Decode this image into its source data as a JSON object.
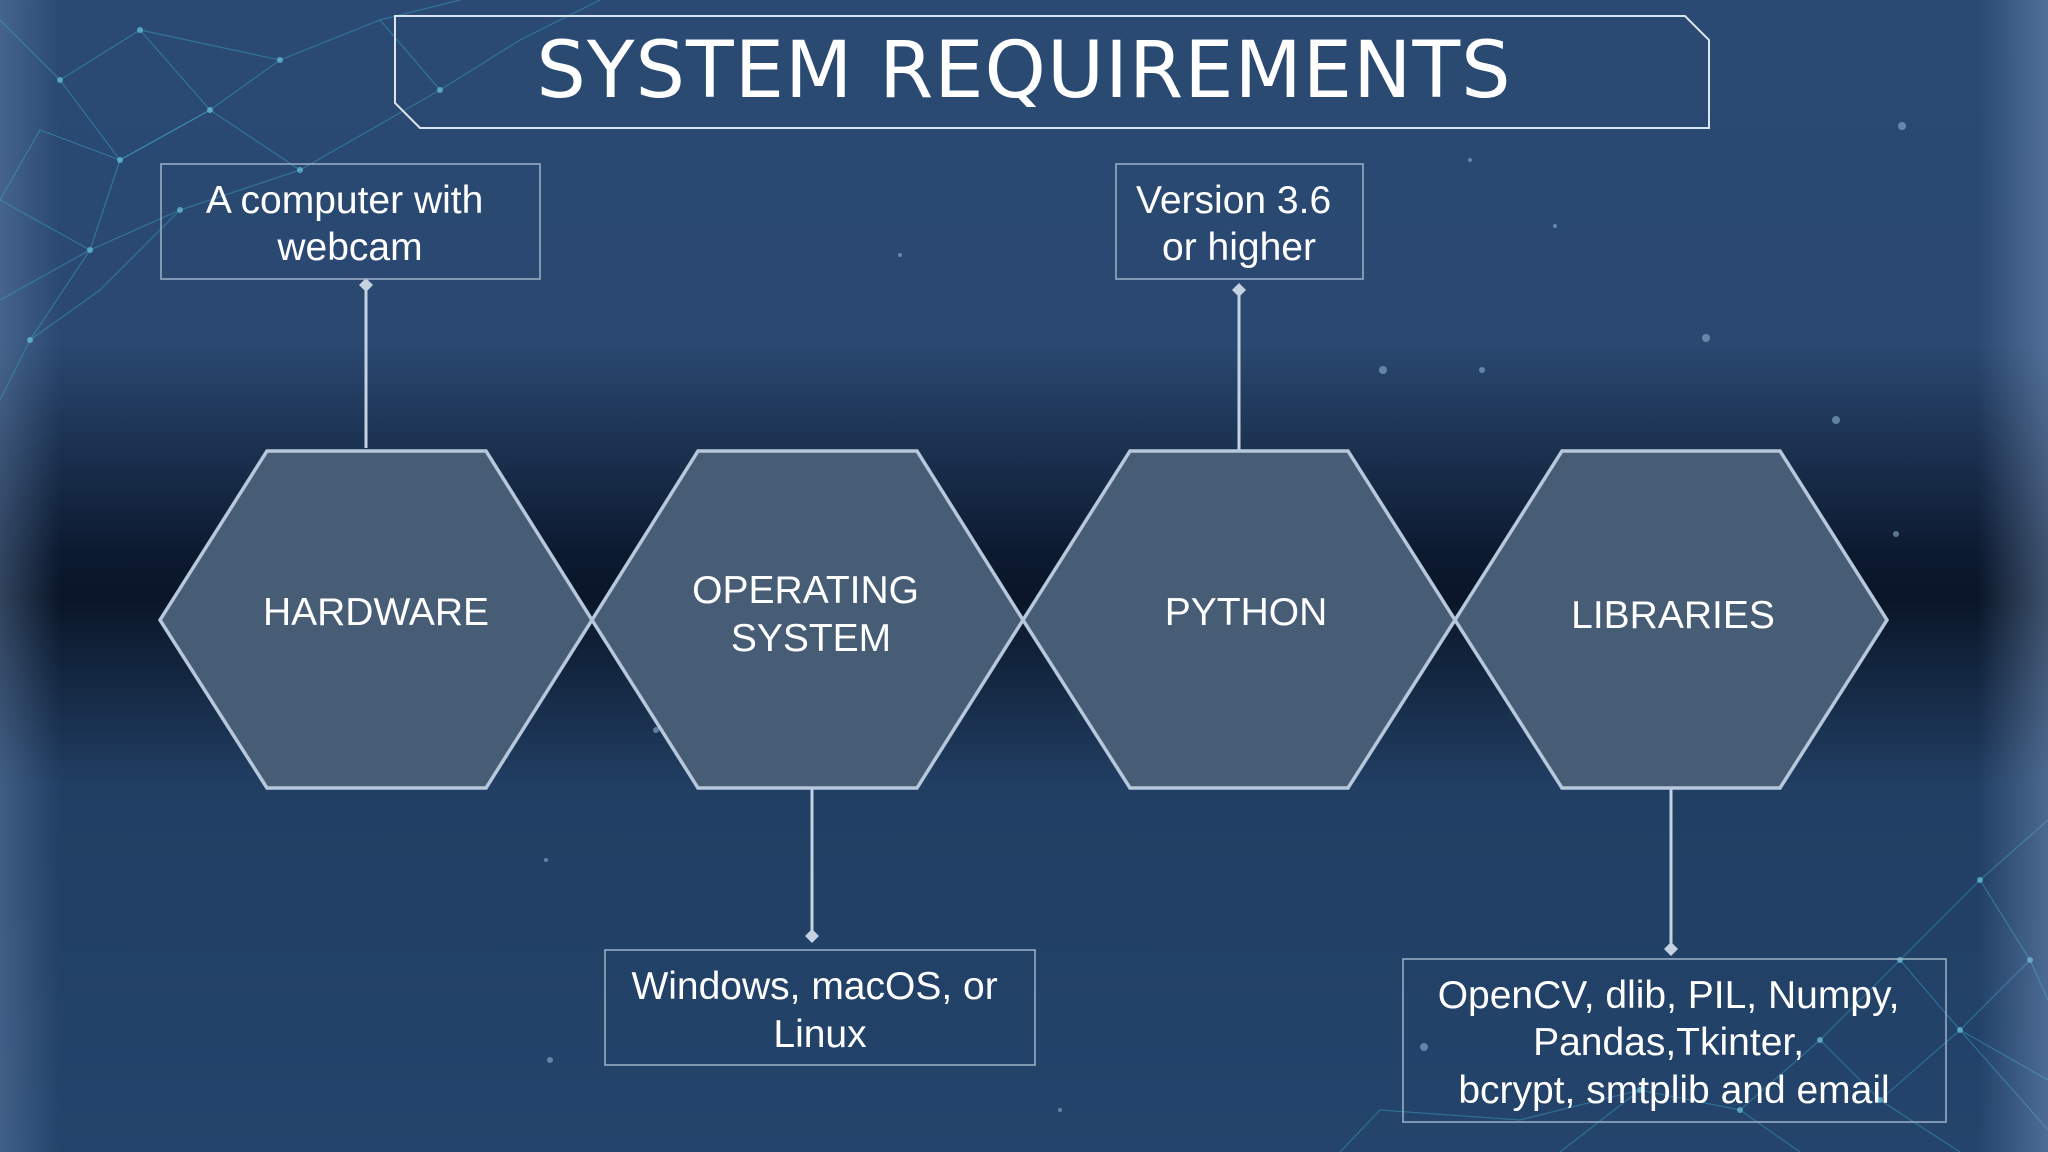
{
  "title": "SYSTEM REQUIREMENTS",
  "hexagons": [
    {
      "label_lines": [
        "HARDWARE"
      ]
    },
    {
      "label_lines": [
        "OPERATING",
        "SYSTEM"
      ]
    },
    {
      "label_lines": [
        "PYTHON"
      ]
    },
    {
      "label_lines": [
        "LIBRARIES"
      ]
    }
  ],
  "details": {
    "hardware": [
      "A computer with",
      "webcam"
    ],
    "operating_system": [
      "Windows, macOS, or",
      "Linux"
    ],
    "python": [
      "Version 3.6",
      "or higher"
    ],
    "libraries": [
      "OpenCV, dlib, PIL, Numpy,",
      "Pandas,Tkinter,",
      "bcrypt, smtplib and email"
    ]
  },
  "colors": {
    "hex_fill": "#475d76",
    "hex_stroke": "#b8c8dc",
    "box_stroke": "#9eb2ca",
    "connector": "#c4d2e2",
    "text": "#ffffff",
    "network": "#3fa9c9"
  }
}
